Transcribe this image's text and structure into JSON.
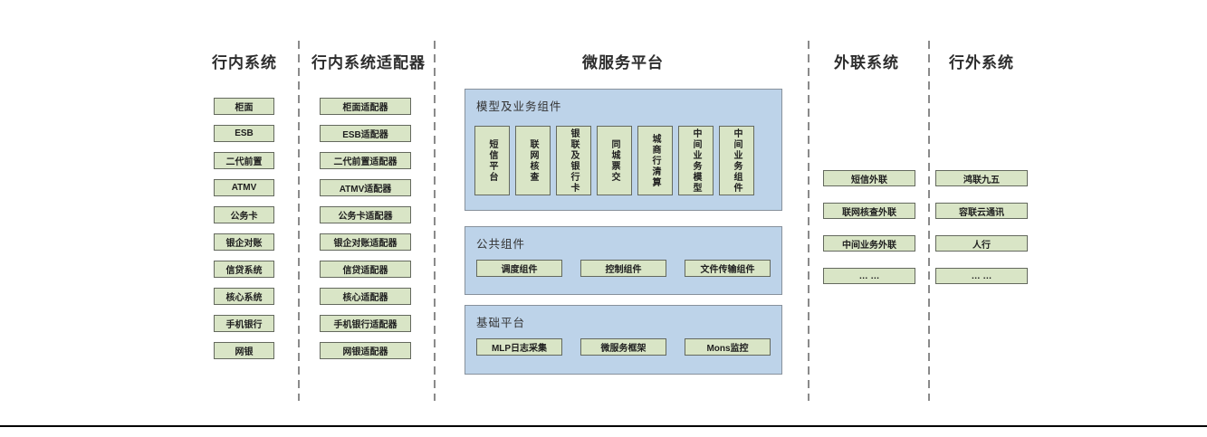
{
  "colors": {
    "green_fill": "#d9e5c6",
    "green_border": "#64695e",
    "blue_fill": "#bdd3e9",
    "blue_border": "#87919c",
    "divider_gray": "#8a8a8a",
    "bottom_rule": "#000000"
  },
  "inbank": {
    "title": "行内系统",
    "boxes": [
      "柜面",
      "ESB",
      "二代前置",
      "ATMV",
      "公务卡",
      "银企对账",
      "信贷系统",
      "核心系统",
      "手机银行",
      "网银"
    ]
  },
  "adapters": {
    "title": "行内系统适配器",
    "boxes": [
      "柜面适配器",
      "ESB适配器",
      "二代前置适配器",
      "ATMV适配器",
      "公务卡适配器",
      "银企对账适配器",
      "信贷适配器",
      "核心适配器",
      "手机银行适配器",
      "网银适配器"
    ]
  },
  "platform": {
    "title": "微服务平台",
    "model_group": {
      "title": "模型及业务组件",
      "boxes": [
        "短信平台",
        "联网核查",
        "银联及银行卡",
        "同城票交",
        "城商行清算",
        "中间业务模型",
        "中间业务组件"
      ]
    },
    "common_group": {
      "title": "公共组件",
      "boxes": [
        "调度组件",
        "控制组件",
        "文件传输组件"
      ]
    },
    "base_group": {
      "title": "基础平台",
      "boxes": [
        "MLP日志采集",
        "微服务框架",
        "Mons监控"
      ]
    }
  },
  "outreach": {
    "title": "外联系统",
    "boxes": [
      "短信外联",
      "联网核查外联",
      "中间业务外联",
      "… …"
    ]
  },
  "external": {
    "title": "行外系统",
    "boxes": [
      "鸿联九五",
      "容联云通讯",
      "人行",
      "… …"
    ]
  }
}
